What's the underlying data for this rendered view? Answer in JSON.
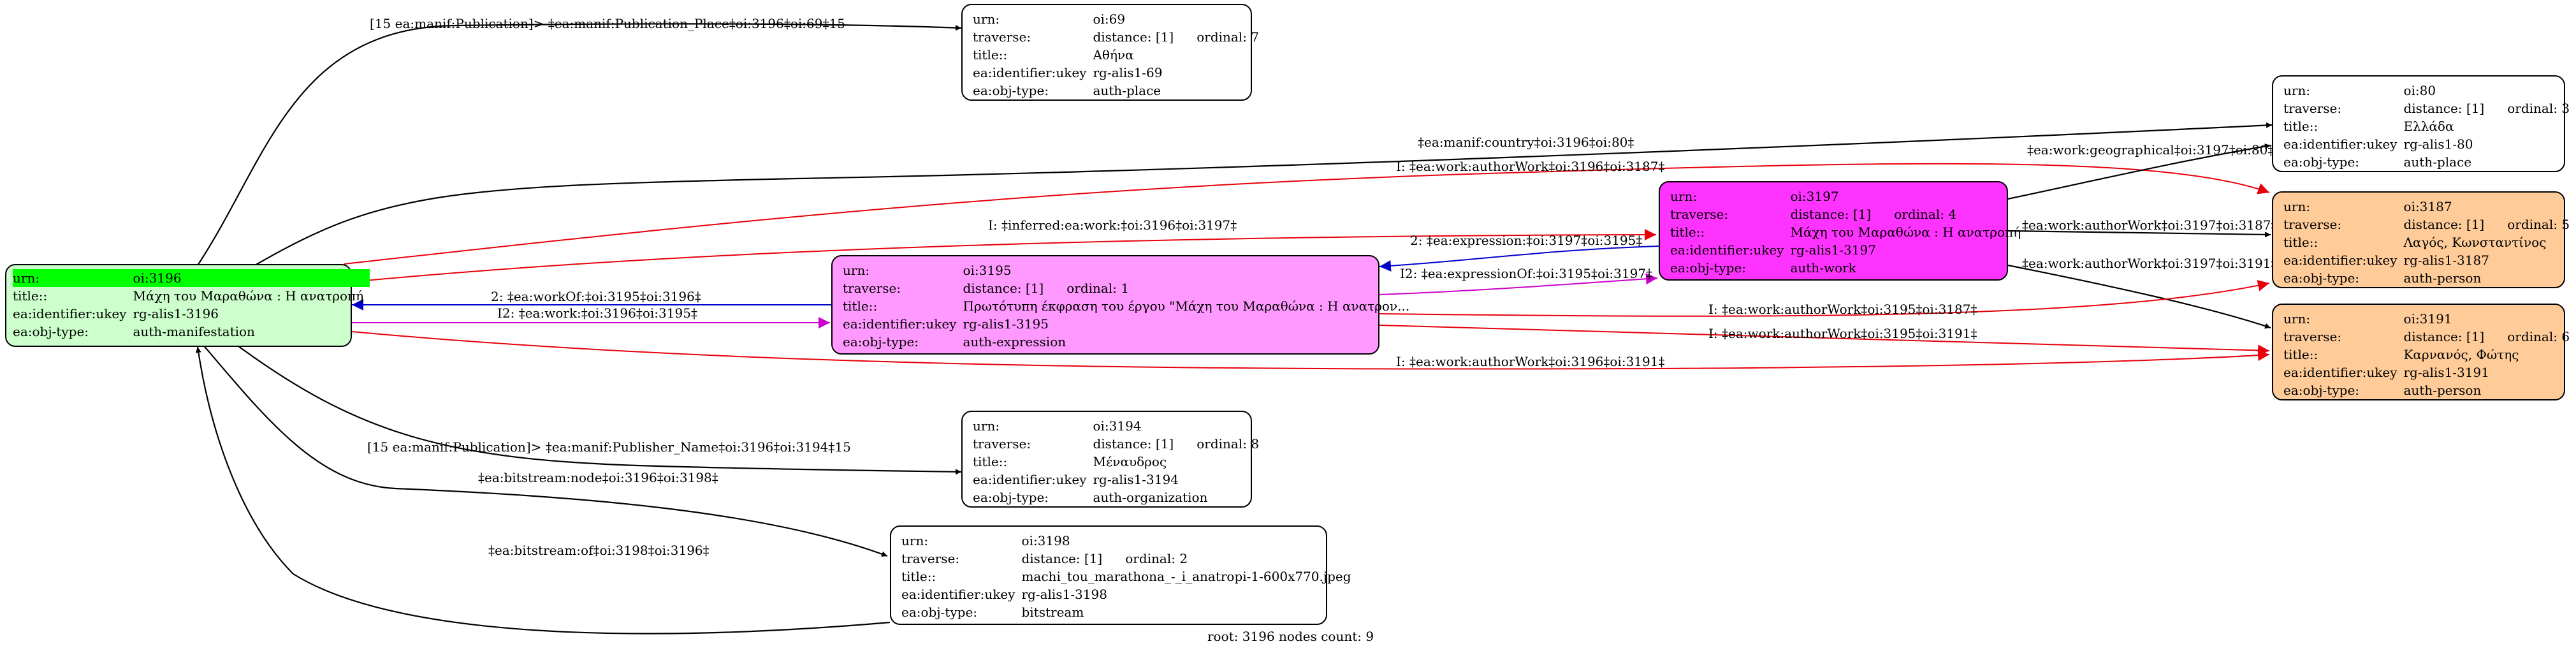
{
  "field_labels": {
    "urn": "urn:",
    "traverse": "traverse:",
    "title": "title::",
    "identifier": "ea:identifier:ukey",
    "objtype": "ea:obj-type:",
    "root_title": "title::"
  },
  "nodes": {
    "n3196": {
      "urn": "oi:3196",
      "title": "Μάχη του Μαραθώνα : Η ανατροπή",
      "identifier": "rg-alis1-3196",
      "objtype": "auth-manifestation",
      "color": "#ccffcc"
    },
    "n69": {
      "urn": "oi:69",
      "distance": "distance: [1]",
      "ordinal": "ordinal: 7",
      "title": "Αθήνα",
      "identifier": "rg-alis1-69",
      "objtype": "auth-place",
      "color": "#ffffff"
    },
    "n80": {
      "urn": "oi:80",
      "distance": "distance: [1]",
      "ordinal": "ordinal: 3",
      "title": "Ελλάδα",
      "identifier": "rg-alis1-80",
      "objtype": "auth-place",
      "color": "#ffffff"
    },
    "n3187": {
      "urn": "oi:3187",
      "distance": "distance: [1]",
      "ordinal": "ordinal: 5",
      "title": "Λαγός, Κωνσταντίνος",
      "identifier": "rg-alis1-3187",
      "objtype": "auth-person",
      "color": "#ffcc99"
    },
    "n3197": {
      "urn": "oi:3197",
      "distance": "distance: [1]",
      "ordinal": "ordinal: 4",
      "title": "Μάχη του Μαραθώνα : Η ανατροπή",
      "identifier": "rg-alis1-3197",
      "objtype": "auth-work",
      "color": "#ff33ff"
    },
    "n3195": {
      "urn": "oi:3195",
      "distance": "distance: [1]",
      "ordinal": "ordinal: 1",
      "title": "Πρωτότυπη έκφραση του έργου \"Μάχη του Μαραθώνα : Η ανατρον...",
      "identifier": "rg-alis1-3195",
      "objtype": "auth-expression",
      "color": "#ff99ff"
    },
    "n3191": {
      "urn": "oi:3191",
      "distance": "distance: [1]",
      "ordinal": "ordinal: 6",
      "title": "Καρνανός, Φώτης",
      "identifier": "rg-alis1-3191",
      "objtype": "auth-person",
      "color": "#ffcc99"
    },
    "n3194": {
      "urn": "oi:3194",
      "distance": "distance: [1]",
      "ordinal": "ordinal: 8",
      "title": "Μέναυδρος",
      "identifier": "rg-alis1-3194",
      "objtype": "auth-organization",
      "color": "#ffffff"
    },
    "n3198": {
      "urn": "oi:3198",
      "distance": "distance: [1]",
      "ordinal": "ordinal: 2",
      "title": "machi_tou_marathona_-_i_anatropi-1-600x770.jpeg",
      "identifier": "rg-alis1-3198",
      "objtype": "bitstream",
      "color": "#ffffff"
    }
  },
  "edges": [
    {
      "id": "e-publication-place",
      "label": "[15 ea:manif:Publication]> ‡ea:manif:Publication_Place‡oi:3196‡oi:69‡15",
      "color": "#000000"
    },
    {
      "id": "e-country",
      "label": "‡ea:manif:country‡oi:3196‡oi:80‡",
      "color": "#000000"
    },
    {
      "id": "e-authorwork-3187",
      "label": "I: ‡ea:work:authorWork‡oi:3196‡oi:3187‡",
      "color": "#e8000b"
    },
    {
      "id": "e-inferred-work",
      "label": "I: ‡inferred:ea:work:‡oi:3196‡oi:3197‡",
      "color": "#e8000b"
    },
    {
      "id": "e-expression",
      "label": "2: ‡ea:expression:‡oi:3197‡oi:3195‡",
      "color": "#0000cc"
    },
    {
      "id": "e-expressionof",
      "label": "I2: ‡ea:expressionOf:‡oi:3195‡oi:3197‡",
      "color": "#cc00cc"
    },
    {
      "id": "e-workof",
      "label": "2: ‡ea:workOf:‡oi:3195‡oi:3196‡",
      "color": "#0000cc"
    },
    {
      "id": "e-work",
      "label": "I2: ‡ea:work:‡oi:3196‡oi:3195‡",
      "color": "#cc00cc"
    },
    {
      "id": "e-geographical",
      "label": "‡ea:work:geographical‡oi:3197‡oi:80‡",
      "color": "#000000"
    },
    {
      "id": "e-3197-3187",
      "label": "‡ea:work:authorWork‡oi:3197‡oi:3187‡",
      "color": "#000000"
    },
    {
      "id": "e-3197-3191",
      "label": "‡ea:work:authorWork‡oi:3197‡oi:3191‡",
      "color": "#000000"
    },
    {
      "id": "e-3195-3187",
      "label": "I: ‡ea:work:authorWork‡oi:3195‡oi:3187‡",
      "color": "#e8000b"
    },
    {
      "id": "e-3195-3191",
      "label": "I: ‡ea:work:authorWork‡oi:3195‡oi:3191‡",
      "color": "#e8000b"
    },
    {
      "id": "e-3196-3191",
      "label": "I: ‡ea:work:authorWork‡oi:3196‡oi:3191‡",
      "color": "#e8000b"
    },
    {
      "id": "e-publisher",
      "label": "[15 ea:manif:Publication]> ‡ea:manif:Publisher_Name‡oi:3196‡oi:3194‡15",
      "color": "#000000"
    },
    {
      "id": "e-bitstream-node",
      "label": "‡ea:bitstream:node‡oi:3196‡oi:3198‡",
      "color": "#000000"
    },
    {
      "id": "e-bitstream-of",
      "label": "‡ea:bitstream:of‡oi:3198‡oi:3196‡",
      "color": "#000000"
    }
  ],
  "footer": "root: 3196 nodes count: 9"
}
